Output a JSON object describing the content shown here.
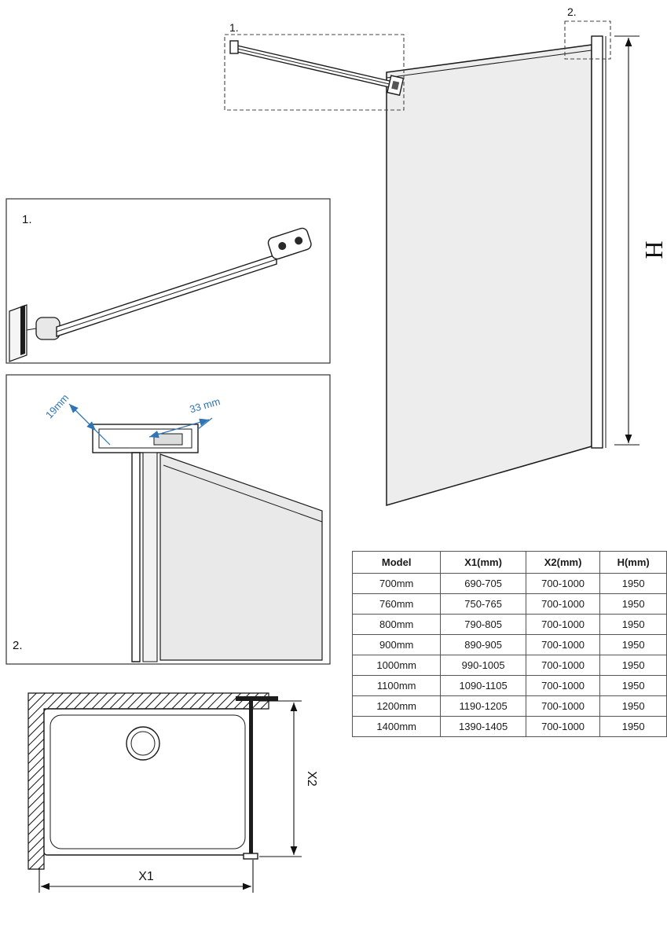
{
  "colors": {
    "line": "#1a1a1a",
    "glass_fill": "#ededed",
    "dimension_blue": "#2f74b5",
    "header_model": "#f59b00",
    "header_x1": "#ff4800",
    "header_x2": "#ff2d00",
    "header_h": "#222222"
  },
  "annotations": {
    "ref_main_1": "1.",
    "ref_main_2": "2.",
    "detail_box1_label": "1.",
    "detail_box2_label": "2.",
    "dim_19": "19mm",
    "dim_33": "33 mm",
    "dim_h": "H",
    "dim_x1": "X1",
    "dim_x2": "X2"
  },
  "table": {
    "headers": {
      "model": "Model",
      "x1": "X1(mm)",
      "x2": "X2(mm)",
      "h": "H(mm)"
    },
    "rows": [
      {
        "model": "700mm",
        "x1": "690-705",
        "x2": "700-1000",
        "h": "1950"
      },
      {
        "model": "760mm",
        "x1": "750-765",
        "x2": "700-1000",
        "h": "1950"
      },
      {
        "model": "800mm",
        "x1": "790-805",
        "x2": "700-1000",
        "h": "1950"
      },
      {
        "model": "900mm",
        "x1": "890-905",
        "x2": "700-1000",
        "h": "1950"
      },
      {
        "model": "1000mm",
        "x1": "990-1005",
        "x2": "700-1000",
        "h": "1950"
      },
      {
        "model": "1100mm",
        "x1": "1090-1105",
        "x2": "700-1000",
        "h": "1950"
      },
      {
        "model": "1200mm",
        "x1": "1190-1205",
        "x2": "700-1000",
        "h": "1950"
      },
      {
        "model": "1400mm",
        "x1": "1390-1405",
        "x2": "700-1000",
        "h": "1950"
      }
    ]
  }
}
